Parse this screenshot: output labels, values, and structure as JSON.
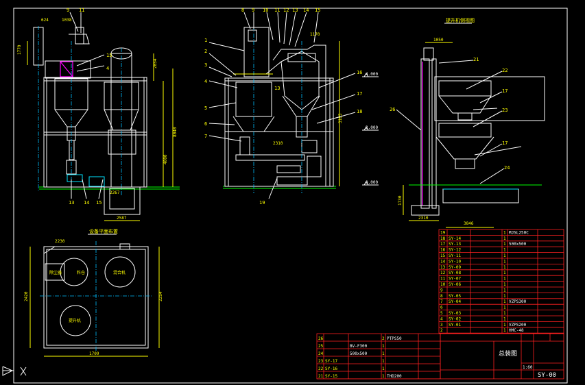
{
  "callouts": {
    "front": [
      "9",
      "11",
      "1",
      "2",
      "3",
      "4",
      "5",
      "6",
      "7",
      "13",
      "14",
      "15",
      "15",
      "4",
      "19"
    ],
    "side_top": [
      "8",
      "9",
      "10",
      "11",
      "12",
      "13",
      "14",
      "15",
      "16",
      "17",
      "18",
      "13"
    ],
    "right": [
      "21",
      "22",
      "17",
      "23",
      "26",
      "17",
      "24"
    ]
  },
  "elevations": [
    "4.000",
    "2.000",
    "0.000"
  ],
  "right_view_title": "提升机侧视图",
  "plan_title": "设备平面布置",
  "plan_labels": [
    "除尘器",
    "料仓",
    "混合机",
    "提升机"
  ],
  "parts_list_upper": [
    {
      "no": "19",
      "code": "",
      "name": "",
      "qty": "1",
      "spec": "MJSL250C"
    },
    {
      "no": "18",
      "code": "SY-14",
      "name": "",
      "qty": "1",
      "spec": ""
    },
    {
      "no": "17",
      "code": "SY-13",
      "name": "",
      "qty": "1",
      "spec": "500x500"
    },
    {
      "no": "16",
      "code": "SY-12",
      "name": "",
      "qty": "1",
      "spec": ""
    },
    {
      "no": "15",
      "code": "SY-11",
      "name": "",
      "qty": "1",
      "spec": ""
    },
    {
      "no": "14",
      "code": "SY-10",
      "name": "",
      "qty": "1",
      "spec": ""
    },
    {
      "no": "13",
      "code": "SY-09",
      "name": "",
      "qty": "1",
      "spec": ""
    },
    {
      "no": "12",
      "code": "SY-08",
      "name": "",
      "qty": "1",
      "spec": ""
    },
    {
      "no": "11",
      "code": "SY-07",
      "name": "",
      "qty": "1",
      "spec": ""
    },
    {
      "no": "10",
      "code": "SY-06",
      "name": "",
      "qty": "1",
      "spec": ""
    },
    {
      "no": "9",
      "code": "",
      "name": "",
      "qty": "1",
      "spec": ""
    },
    {
      "no": "8",
      "code": "SY-05",
      "name": "",
      "qty": "1",
      "spec": ""
    },
    {
      "no": "7",
      "code": "SY-04",
      "name": "",
      "qty": "1",
      "spec": "VZPS300"
    },
    {
      "no": "6",
      "code": "",
      "name": "",
      "qty": "1",
      "spec": ""
    },
    {
      "no": "5",
      "code": "SY-03",
      "name": "",
      "qty": "1",
      "spec": ""
    },
    {
      "no": "4",
      "code": "SY-02",
      "name": "",
      "qty": "1",
      "spec": ""
    },
    {
      "no": "3",
      "code": "SY-01",
      "name": "",
      "qty": "1",
      "spec": "VZPS200"
    },
    {
      "no": "2",
      "code": "",
      "name": "",
      "qty": "1",
      "spec": "HMC-48"
    }
  ],
  "parts_list_lower": [
    {
      "no": "26",
      "code": "",
      "name": "",
      "qty": "2",
      "spec": "PTPS50"
    },
    {
      "no": "25",
      "code": "",
      "name": "BV-F300",
      "qty": "1",
      "spec": ""
    },
    {
      "no": "24",
      "code": "",
      "name": "500x500",
      "qty": "1",
      "spec": ""
    },
    {
      "no": "23",
      "code": "SY-17",
      "name": "",
      "qty": "1",
      "spec": ""
    },
    {
      "no": "22",
      "code": "SY-16",
      "name": "",
      "qty": "1",
      "spec": ""
    },
    {
      "no": "21",
      "code": "SY-15",
      "name": "",
      "qty": "1",
      "spec": "THD200"
    }
  ],
  "title_block": {
    "drawing_title": "总装图",
    "scale": "1:60",
    "drawing_no": "SY-00"
  }
}
